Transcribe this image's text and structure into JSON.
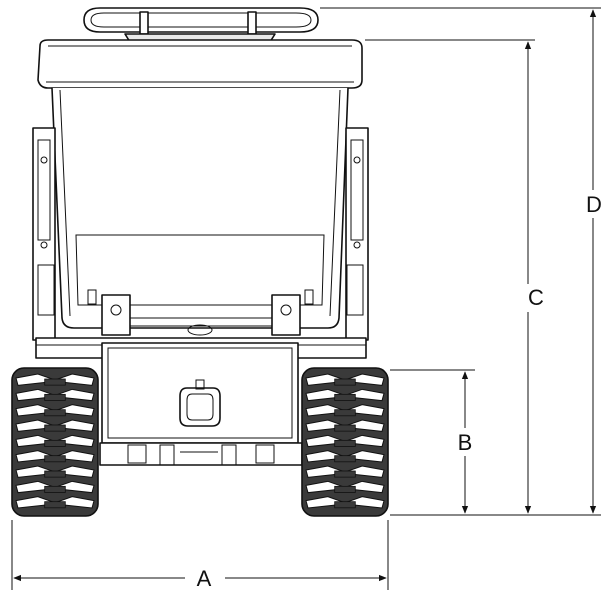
{
  "dimensions": {
    "a": "A",
    "b": "B",
    "c": "C",
    "d": "D"
  },
  "colors": {
    "line": "#111111",
    "track": "#3a3a3a",
    "background": "#ffffff"
  }
}
